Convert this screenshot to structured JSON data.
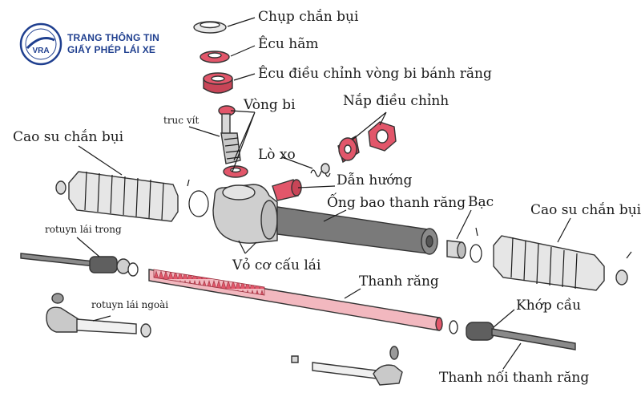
{
  "brand": {
    "logo_text": "VRA",
    "line1": "TRANG THÔNG TIN",
    "line2": "GIẤY PHÉP LÁI XE"
  },
  "labels": {
    "dust_cap": "Chụp chắn bụi",
    "lock_nut": "Êcu hãm",
    "adjust_nut": "Êcu điều chỉnh vòng bi bánh răng",
    "bearing": "Vòng bi",
    "pinion_shaft": "truc vít",
    "adjust_cover": "Nắp điều chỉnh",
    "boot_left": "Cao su chắn bụi",
    "spring": "Lò xo",
    "guide": "Dẫn hướng",
    "rack_tube": "Ống bao thanh răng",
    "bushing": "Bạc",
    "boot_right": "Cao su chắn bụi",
    "inner_tie_rod": "rotuyn lái trong",
    "housing": "Vỏ cơ cấu lái",
    "rack": "Thanh răng",
    "outer_tie_rod": "rotuyn lái ngoài",
    "ball_joint": "Khớp cầu",
    "tie_rod": "Thanh nối thanh răng"
  },
  "colors": {
    "highlight": "#e2566a",
    "highlight_light": "#f2b8bf",
    "parts_gray": "#c9c9c9",
    "parts_dark": "#6b6b6b",
    "brand_blue": "#1f3f8f"
  }
}
